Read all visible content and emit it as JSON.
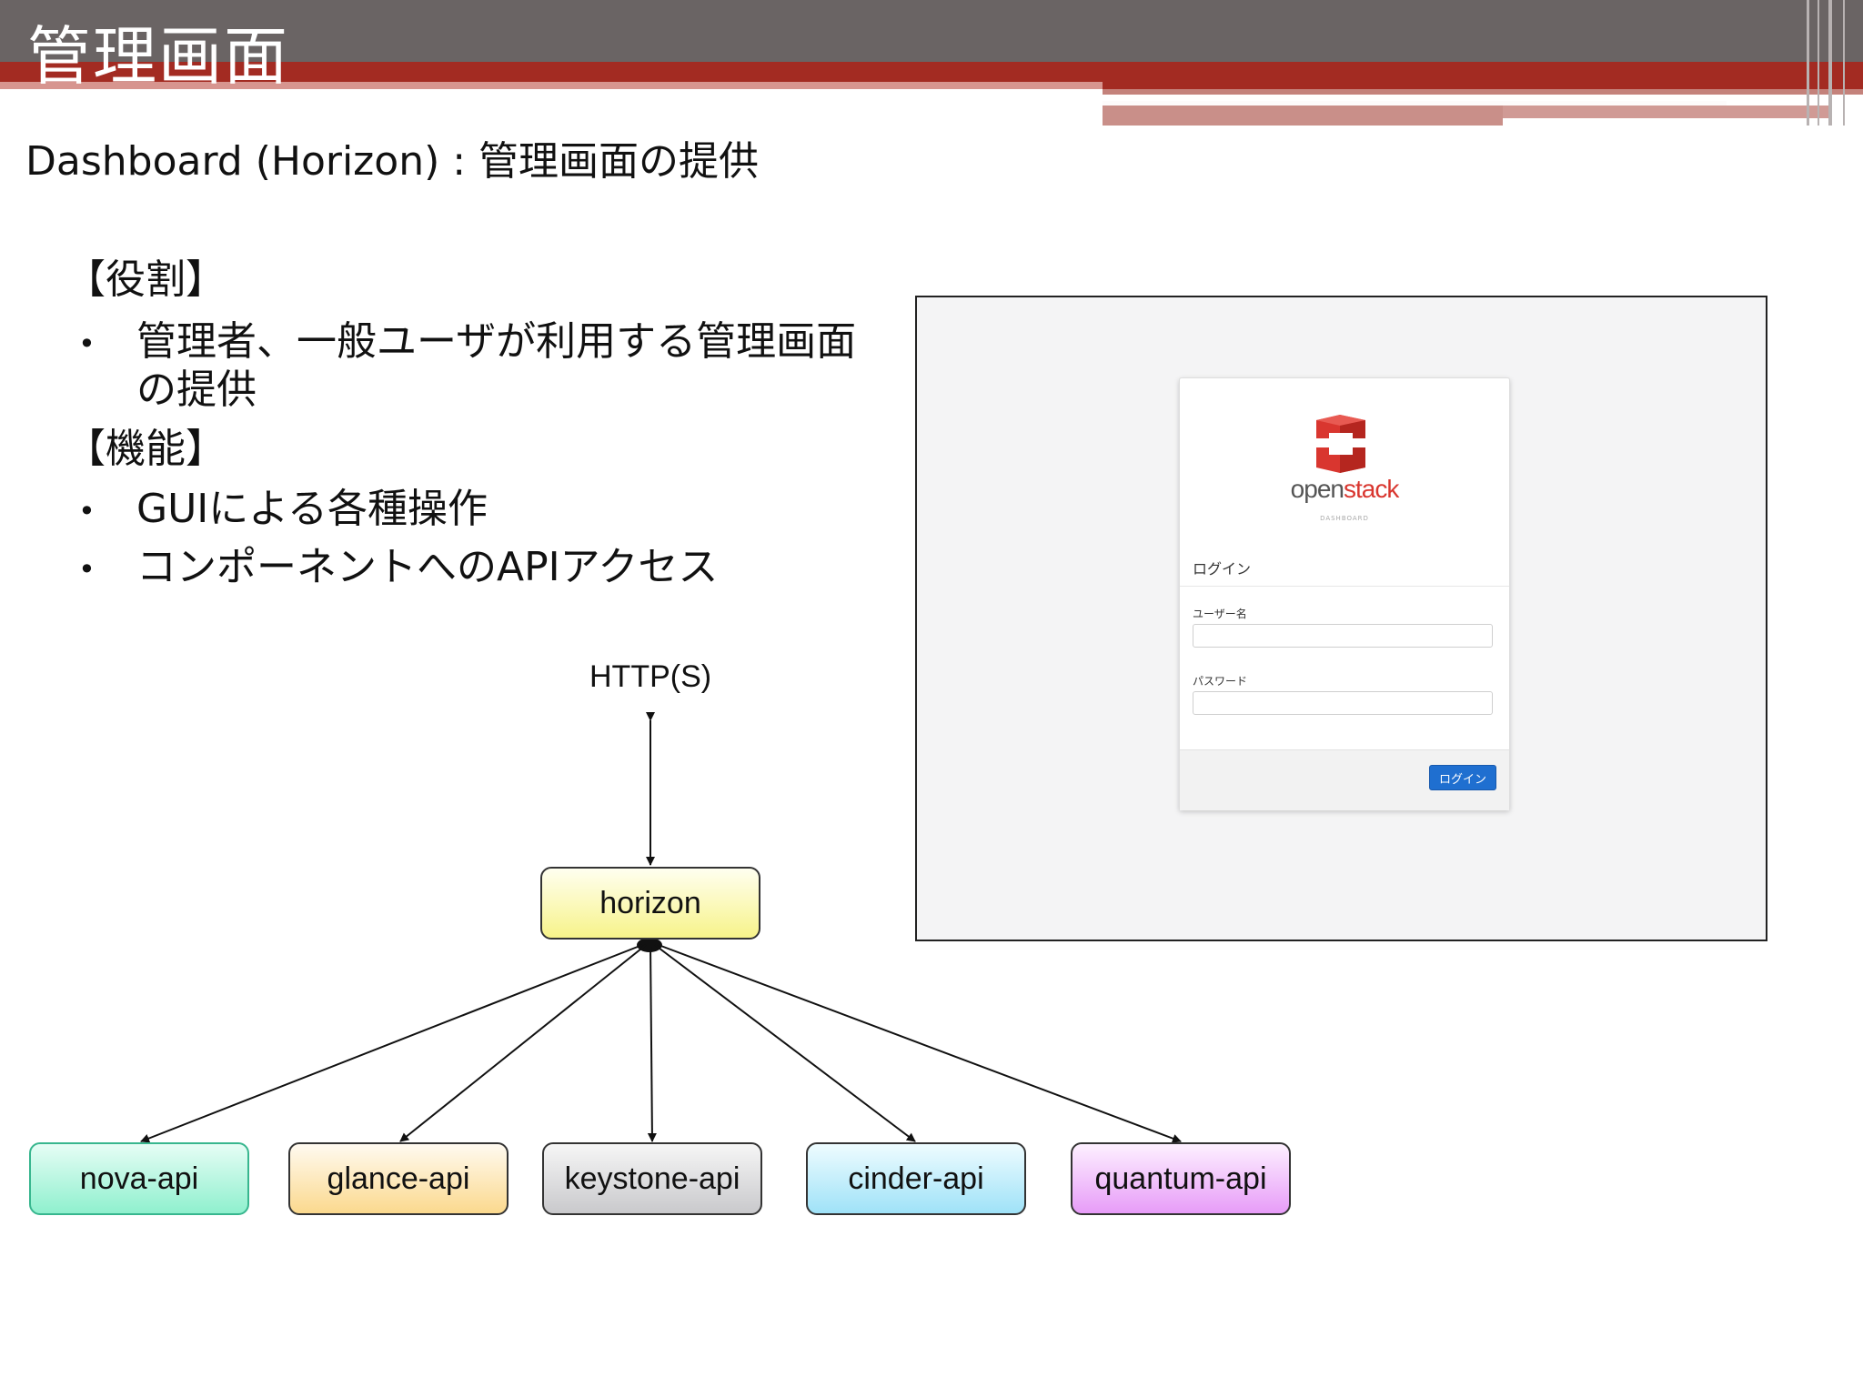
{
  "slide": {
    "title": "管理画面",
    "subtitle": "Dashboard (Horizon) : 管理画面の提供"
  },
  "role": {
    "heading": "【役割】",
    "items": [
      "管理者、一般ユーザが利用する管理画面",
      "の提供"
    ]
  },
  "features": {
    "heading": "【機能】",
    "items": [
      "GUIによる各種操作",
      "コンポーネントへのAPIアクセス"
    ]
  },
  "bullet_symbol": "•",
  "diagram": {
    "top_label": "HTTP(S)",
    "center_node": "horizon",
    "api_nodes": [
      "nova-api",
      "glance-api",
      "keystone-api",
      "cinder-api",
      "quantum-api"
    ]
  },
  "screenshot": {
    "logo_open": "open",
    "logo_stack": "stack",
    "logo_sub": "DASHBOARD",
    "login_heading": "ログイン",
    "username_label": "ユーザー名",
    "password_label": "パスワード",
    "login_button": "ログイン"
  },
  "colors": {
    "header_gray": "#6a6464",
    "header_red": "#a32b22",
    "openstack_red": "#d9362f",
    "login_blue": "#1f6fd0"
  }
}
